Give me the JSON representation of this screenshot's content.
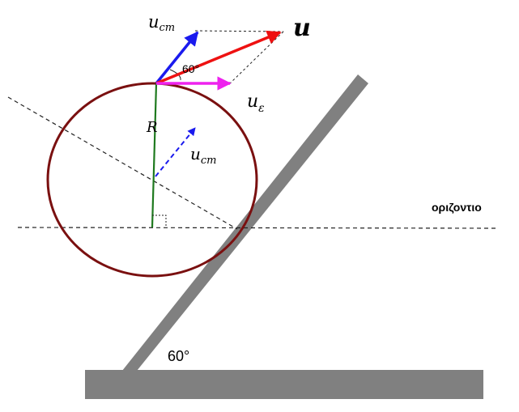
{
  "labels": {
    "u": "u",
    "u_cm_top": "u",
    "u_cm_top_sub": "cm",
    "u_eps": "u",
    "u_eps_sub": "ε",
    "u_cm_center": "u",
    "u_cm_center_sub": "cm",
    "radius": "R",
    "angle_top": "60°",
    "angle_incline": "60°",
    "horizontal": "οριζοντιο"
  },
  "colors": {
    "circle": "#7a1010",
    "u_vector": "#ee1111",
    "u_cm_vector": "#1a1aee",
    "u_eps_vector": "#ee22ee",
    "radius_line": "#1f7a1f",
    "incline": "#808080",
    "guide": "#222222"
  }
}
